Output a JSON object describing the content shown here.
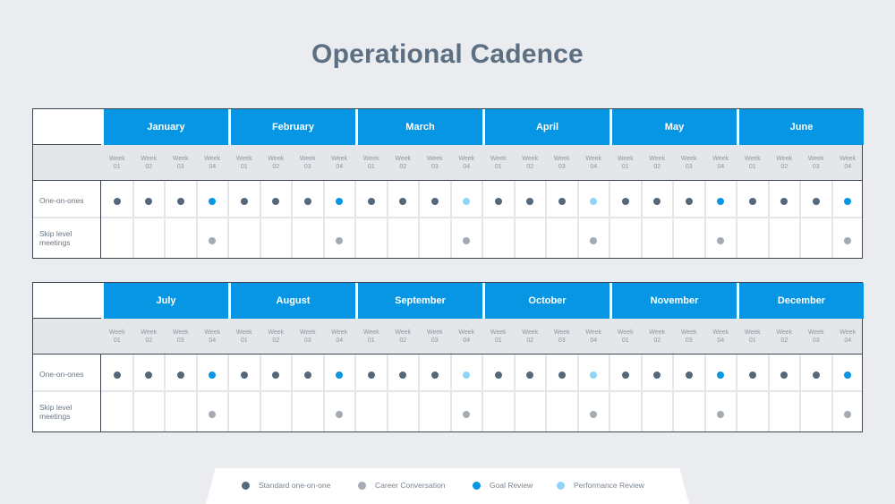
{
  "title": "Operational Cadence",
  "week_prefix": "Week",
  "weeks": [
    "01",
    "02",
    "03",
    "04"
  ],
  "row_labels": {
    "one_on_ones": "One-on-ones",
    "skip_level_line1": "Skip level",
    "skip_level_line2": "meetings"
  },
  "colors": {
    "standard": "#55687b",
    "career": "#a4abb3",
    "goal": "#0696e3",
    "performance": "#8fd3f7",
    "month_header": "#0696e3"
  },
  "grids": [
    {
      "months": [
        "January",
        "February",
        "March",
        "April",
        "May",
        "June"
      ],
      "one_on_ones_week4": [
        "goal",
        "goal",
        "performance",
        "performance",
        "goal",
        "goal"
      ],
      "skip_level_week4": [
        "career",
        "career",
        "career",
        "career",
        "career",
        "career"
      ]
    },
    {
      "months": [
        "July",
        "August",
        "September",
        "October",
        "November",
        "December"
      ],
      "one_on_ones_week4": [
        "goal",
        "goal",
        "performance",
        "performance",
        "goal",
        "goal"
      ],
      "skip_level_week4": [
        "career",
        "career",
        "career",
        "career",
        "career",
        "career"
      ]
    }
  ],
  "legend": [
    {
      "type": "standard",
      "label": "Standard one-on-one"
    },
    {
      "type": "career",
      "label": "Career Conversation"
    },
    {
      "type": "goal",
      "label": "Goal Review"
    },
    {
      "type": "performance",
      "label": "Performance Review"
    }
  ]
}
